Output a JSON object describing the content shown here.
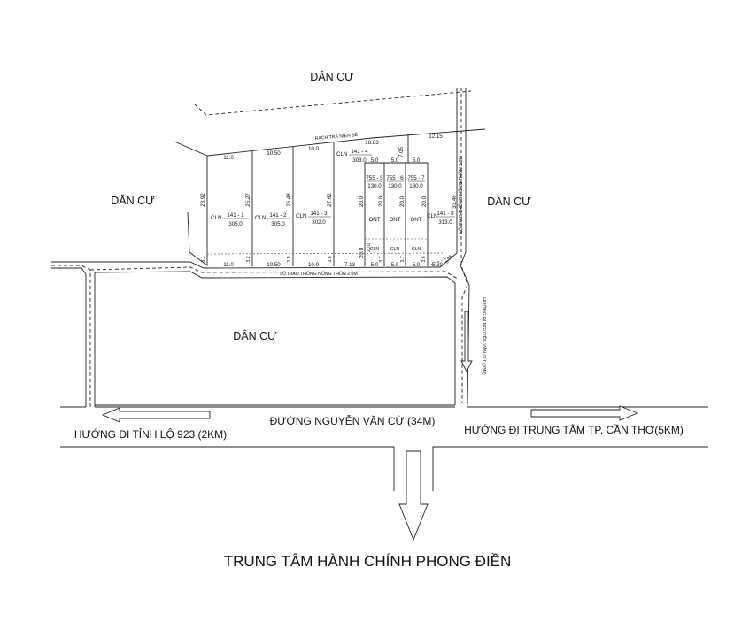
{
  "areas": {
    "top": "DÂN CƯ",
    "left": "DÂN CƯ",
    "right": "DÂN CƯ",
    "middle": "DÂN CƯ"
  },
  "canal": "RẠCH TRÀ NIÊN BÉ",
  "lanes": {
    "bottom": "LỘ GIAO THÔNG NÔNG THÔN 2.0M",
    "right": "LỘ GIAO THÔNG NÔNG THÔN 2.0M"
  },
  "direction_vertical": "HƯỚNG ĐI NGUYỄN VĂN CỪ (93M)",
  "main_road": "ĐƯỜNG NGUYỄN VĂN CỪ  (34M)",
  "dir_left": "HƯỚNG ĐI  TỈNH  LỘ 923 (2KM)",
  "dir_right": "HƯỚNG ĐI   TRUNG TÂM TP. CẦN THƠ(5KM)",
  "destination": "TRUNG TÂM HÀNH CHÍNH PHONG ĐIỀN",
  "parcels": [
    {
      "prefix": "CLN",
      "id": "141 - 1",
      "area": "305.0"
    },
    {
      "prefix": "CLN",
      "id": "141 - 2",
      "area": "305.0"
    },
    {
      "prefix": "CLN",
      "id": "141 - 3",
      "area": "302.0"
    },
    {
      "prefix": "CLN",
      "id": "141 - 4",
      "area": "303.0"
    },
    {
      "prefix": "",
      "id": "755 - 5",
      "area": "130.0"
    },
    {
      "prefix": "",
      "id": "755 - 6",
      "area": "130.0"
    },
    {
      "prefix": "",
      "id": "755 - 7",
      "area": "130.0"
    },
    {
      "prefix": "CLN",
      "id": "141 - 8",
      "area": "313.0"
    }
  ],
  "ont_labels": [
    "ONT",
    "ONT",
    "ONT"
  ],
  "cln_small": [
    "CLN",
    "CLN",
    "CLN"
  ],
  "dims_top": [
    "11.0",
    "10.50",
    "10.0",
    "18.83",
    "7.05",
    "12.15",
    "5.0",
    "5.0",
    "5.0"
  ],
  "dims_bottom": [
    "11.0",
    "10.50",
    "10.0",
    "7.13",
    "5.0",
    "5.0",
    "5.0",
    "5.30"
  ],
  "dims_side": [
    "23.92",
    "25.27",
    "26.48",
    "27.62",
    "20.0",
    "20.0",
    "20.0",
    "33.46",
    "20.0",
    "20.0"
  ],
  "dims_misc": [
    "3.1",
    "3.2",
    "3.5",
    "3.6",
    "3.7",
    "3.7",
    "3.6",
    "3.74",
    "20.0"
  ]
}
